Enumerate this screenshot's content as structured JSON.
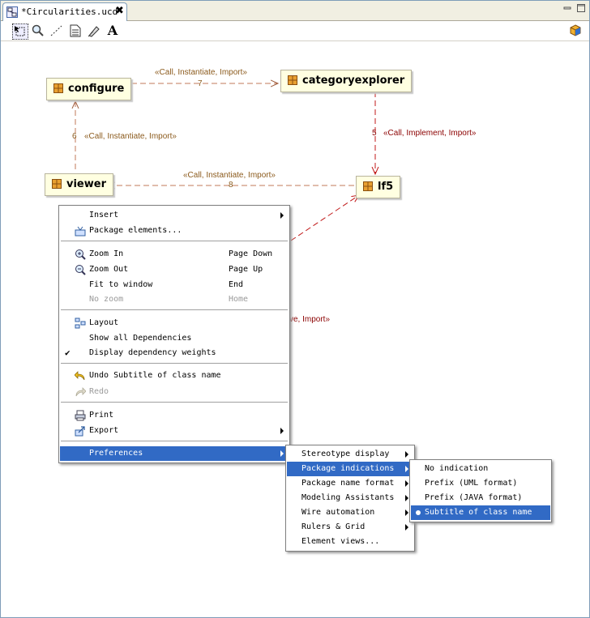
{
  "editor": {
    "tab_title": "*Circularities.ucd",
    "close_glyph": "✖"
  },
  "toolbar": {
    "tools": [
      "select-tool",
      "zoom-tool",
      "dependency-tool",
      "note-tool",
      "note-attach-tool",
      "text-tool"
    ],
    "text_tool_glyph": "A"
  },
  "diagram": {
    "nodes": {
      "configure": "configure",
      "categoryexplorer": "categoryexplorer",
      "viewer": "viewer",
      "lf5": "lf5"
    },
    "edges": {
      "e7_label": "«Call, Instantiate, Import»",
      "e7_weight": "7",
      "e6_weight": "6",
      "e6_label": "«Call, Instantiate, Import»",
      "e5_weight": "5",
      "e5_label": "«Call, Implement, Import»",
      "e8_label": "«Call, Instantiate, Import»",
      "e8_weight": "8",
      "partial_label": "ve, Import»"
    },
    "colors": {
      "edge": "#c0785a",
      "edge_red": "#c01818",
      "node_fill": "#ffffe1"
    }
  },
  "context_menu": {
    "insert": "Insert",
    "package_elements": "Package elements...",
    "zoom_in": "Zoom In",
    "zoom_in_acc": "Page Down",
    "zoom_out": "Zoom Out",
    "zoom_out_acc": "Page Up",
    "fit_to_window": "Fit to window",
    "fit_to_window_acc": "End",
    "no_zoom": "No zoom",
    "no_zoom_acc": "Home",
    "layout": "Layout",
    "show_all_dependencies": "Show all Dependencies",
    "display_dependency_weights": "Display dependency weights",
    "check_glyph": "✔",
    "undo": "Undo Subtitle of class name",
    "redo": "Redo",
    "print": "Print",
    "export": "Export",
    "preferences": "Preferences"
  },
  "preferences_menu": {
    "stereotype_display": "Stereotype display",
    "package_indications": "Package indications",
    "package_name_format": "Package name format",
    "modeling_assistants": "Modeling Assistants",
    "wire_automation": "Wire automation",
    "rulers_grid": "Rulers & Grid",
    "element_views": "Element views..."
  },
  "package_indications_menu": {
    "no_indication": "No indication",
    "prefix_uml": "Prefix (UML format)",
    "prefix_java": "Prefix (JAVA format)",
    "subtitle_class_name": "Subtitle of class name"
  },
  "highlight_color": "#316ac5"
}
